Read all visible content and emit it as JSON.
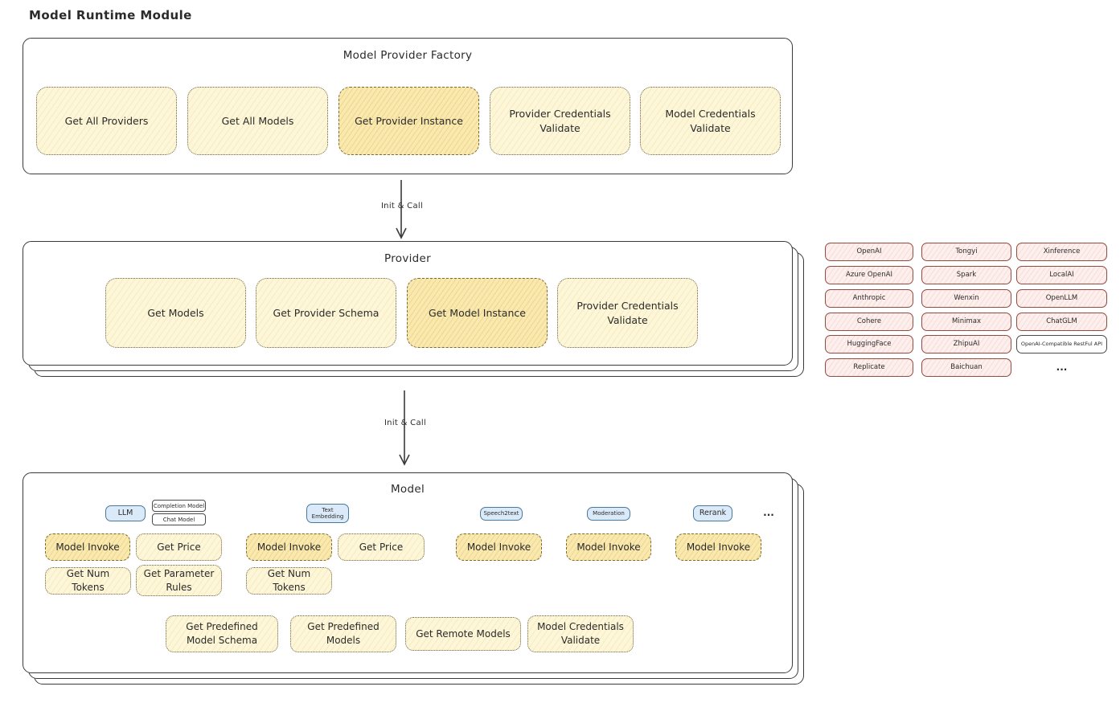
{
  "title": "Model Runtime Module",
  "factory": {
    "title": "Model Provider Factory",
    "buttons": [
      "Get All Providers",
      "Get All Models",
      "Get Provider Instance",
      "Provider Credentials Validate",
      "Model Credentials Validate"
    ]
  },
  "arrows": {
    "init_call_1": "Init & Call",
    "init_call_2": "Init & Call"
  },
  "provider": {
    "title": "Provider",
    "buttons": [
      "Get Models",
      "Get Provider Schema",
      "Get Model Instance",
      "Provider Credentials Validate"
    ]
  },
  "provider_list": {
    "col1": [
      "OpenAI",
      "Azure OpenAI",
      "Anthropic",
      "Cohere",
      "HuggingFace",
      "Replicate"
    ],
    "col2": [
      "Tongyi",
      "Spark",
      "Wenxin",
      "Minimax",
      "ZhipuAI",
      "Baichuan"
    ],
    "col3": [
      "Xinference",
      "LocalAI",
      "OpenLLM",
      "ChatGLM",
      "OpenAI-Compatible RestFul API"
    ],
    "more": "..."
  },
  "model": {
    "title": "Model",
    "badges": {
      "llm": "LLM",
      "completion_model": "Completion Model",
      "chat_model": "Chat Model",
      "text_embedding": "Text Embedding",
      "speech2text": "Speech2text",
      "moderation": "Moderation",
      "rerank": "Rerank",
      "more": "..."
    },
    "llm_group": {
      "invoke": "Model Invoke",
      "get_price": "Get Price",
      "get_num_tokens": "Get Num Tokens",
      "get_parameter_rules": "Get Parameter Rules"
    },
    "embedding_group": {
      "invoke": "Model Invoke",
      "get_price": "Get Price",
      "get_num_tokens": "Get Num Tokens"
    },
    "speech2text_group": {
      "invoke": "Model Invoke"
    },
    "moderation_group": {
      "invoke": "Model Invoke"
    },
    "rerank_group": {
      "invoke": "Model Invoke"
    },
    "bottom": [
      "Get Predefined Model Schema",
      "Get Predefined Models",
      "Get Remote Models",
      "Model Credentials Validate"
    ]
  },
  "colors": {
    "function_yellow": "#fdf6d8",
    "highlight_orange": "#f6e1a0",
    "provider_pink": "#fdefed",
    "badge_blue": "#dbeaf8",
    "ink": "#3a3a3a"
  }
}
